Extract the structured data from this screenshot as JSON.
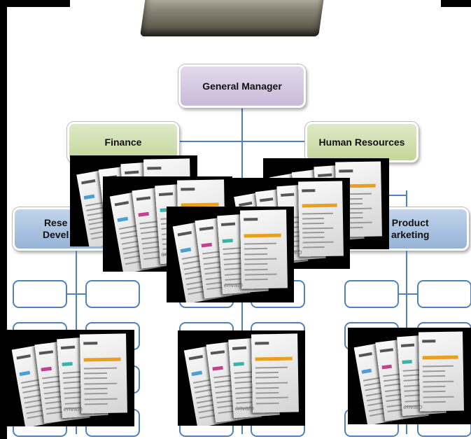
{
  "diagram": {
    "general_manager": "General Manager",
    "finance": "Finance",
    "human_resources": "Human Resources",
    "research_development": [
      "Rese",
      "Devel"
    ],
    "product_marketing": [
      "Product",
      "arketing"
    ]
  },
  "thumbnails": {
    "watermark": "envato",
    "title_text": "YOUR INVOICE",
    "accent_colors": [
      "#4a9fd8",
      "#c2428f",
      "#3bb3a6",
      "#e8a020"
    ]
  }
}
